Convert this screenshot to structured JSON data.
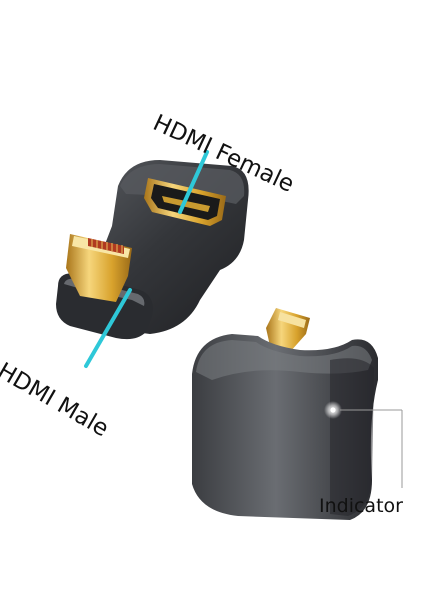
{
  "labels": {
    "hdmi_female": "HDMI Female",
    "hdmi_male": "HDMI Male",
    "indicator": "Indicator"
  },
  "colors": {
    "background": "#ffffff",
    "body_dark": "#2b2d31",
    "body_mid": "#4a4d52",
    "gold": "#d9a62b",
    "gold_light": "#f4d27a",
    "callout_cyan": "#2ec8d8",
    "indicator_light": "#ffffff"
  }
}
